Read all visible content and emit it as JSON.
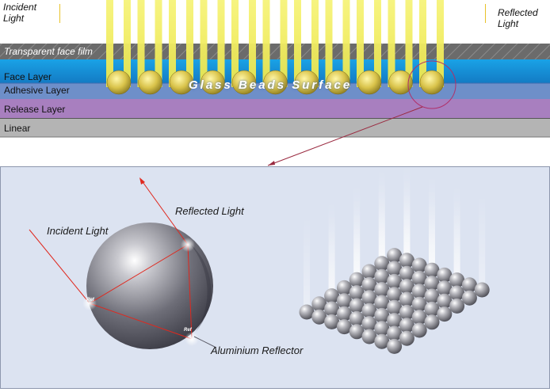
{
  "top": {
    "incident_label": "Incident\nLight",
    "reflected_label": "Reflected\nLight",
    "film_label": "Transparent face film",
    "face_label": "Face Layer",
    "adhesive_label": "Adhesive Layer",
    "beads_label": "Glass Beads Surface",
    "release_label": "Release Layer",
    "linear_label": "Linear"
  },
  "detail": {
    "reflected_label": "Reflected Light",
    "incident_label": "Incident Light",
    "reflector_label": "Aluminium Reflector",
    "ref_tag_1": "Ref",
    "ref_tag_2": "Ref"
  },
  "colors": {
    "film": "#6b6b6b",
    "face": "#1b8fd6",
    "adhesive": "#6e8fc9",
    "release": "#a87fbf",
    "linear": "#b4b4b4",
    "beam": "#f2ef5a",
    "ray": "#e0281e",
    "panel": "#dce3f1"
  }
}
